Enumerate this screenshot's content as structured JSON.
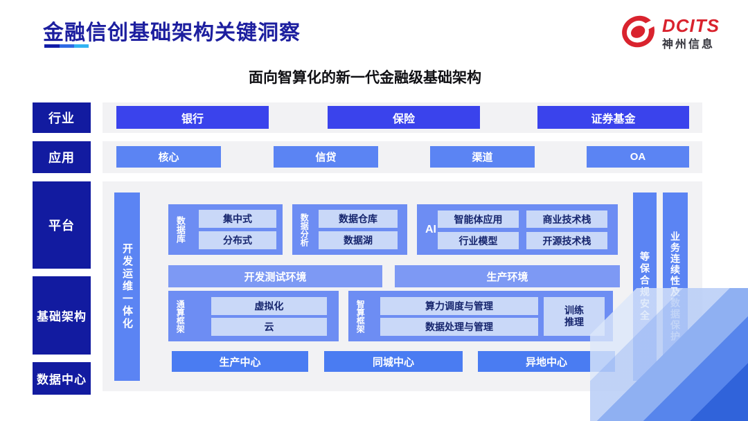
{
  "slide": {
    "title": "金融信创基础架构关键洞察",
    "subtitle": "面向智算化的新一代金融级基础架构"
  },
  "logo": {
    "brand": "DCITS",
    "company": "神州信息"
  },
  "rows": {
    "industry": {
      "label": "行业",
      "items": [
        "银行",
        "保险",
        "证券基金"
      ]
    },
    "application": {
      "label": "应用",
      "items": [
        "核心",
        "信贷",
        "渠道",
        "OA"
      ]
    },
    "platform": {
      "label": "平台"
    },
    "infrastructure": {
      "label": "基础架构"
    },
    "datacenter": {
      "label": "数据中心"
    }
  },
  "pillars": {
    "devops": "开发运维一体化",
    "security": "等保合规安全",
    "continuity": "业务连续性及数据保护"
  },
  "platform_blocks": {
    "database": {
      "label": "数据库",
      "items": [
        "集中式",
        "分布式"
      ]
    },
    "analytics": {
      "label": "数据分析",
      "items": [
        "数据仓库",
        "数据湖"
      ]
    },
    "ai": {
      "label": "AI",
      "items": [
        "智能体应用",
        "商业技术栈",
        "行业模型",
        "开源技术栈"
      ]
    }
  },
  "environments": {
    "items": [
      "开发测试环境",
      "生产环境"
    ]
  },
  "frameworks": {
    "general": {
      "label": "通算框架",
      "items": [
        "虚拟化",
        "云"
      ]
    },
    "intelligent": {
      "label": "智算框架",
      "items": [
        "算力调度与管理",
        "数据处理与管理"
      ],
      "side": "训练推理"
    }
  },
  "centers": {
    "items": [
      "生产中心",
      "同城中心",
      "异地中心"
    ]
  },
  "colors": {
    "accent_navy": "#121ba0",
    "title_navy": "#1d1f9f",
    "industry_blue": "#3a43ec",
    "medium_blue": "#5b84f3",
    "container_blue": "#6d8df3",
    "env_blue": "#7d99f4",
    "chip_blue": "#c9d8f8",
    "chip_text": "#16256d",
    "centers_blue": "#4a7cf2",
    "logo_red": "#d9232e"
  }
}
